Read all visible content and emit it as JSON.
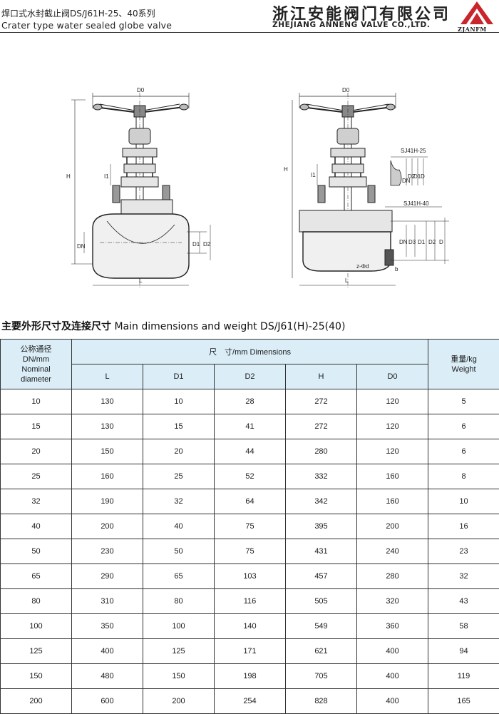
{
  "header": {
    "title_cn": "焊口式水封截止阀DS/J61H-25、40系列",
    "title_en": "Crater type water sealed globe valve",
    "company_cn": "浙江安能阀门有限公司",
    "company_en": "ZHEJIANG ANNENG VALVE CO.,LTD.",
    "logo_text": "ZJANFM"
  },
  "drawing_labels": {
    "left_d0": "D0",
    "left_h": "H",
    "left_dn": "DN",
    "left_d1": "D1",
    "left_d2": "D2",
    "left_l": "L",
    "left_i1": "I1",
    "right_d0": "D0",
    "right_h": "H",
    "right_i1": "I1",
    "right_dn": "DN",
    "right_d3": "D3",
    "right_d1": "D1",
    "right_d2": "D2",
    "right_d": "D",
    "right_l": "L",
    "right_zd": "z-Φd",
    "right_b": "b",
    "sj25": "SJ41H-25",
    "sj40": "SJ41H-40",
    "sj25_dn": "DN",
    "sj25_d2": "D2",
    "sj25_d1": "D1",
    "sj25_d": "D"
  },
  "section": {
    "title_cn": "主要外形尺寸及连接尺寸",
    "title_en": "Main dimensions and weight DS/J61(H)-25(40)"
  },
  "table": {
    "dn_header_lines": [
      "公称通径",
      "DN/mm",
      "Nominal",
      "diameter"
    ],
    "dimensions_header": "尺　寸/mm Dimensions",
    "weight_header_lines": [
      "重量/kg",
      "Weight"
    ],
    "columns": [
      "L",
      "D1",
      "D2",
      "H",
      "D0"
    ],
    "rows": [
      [
        "10",
        "130",
        "10",
        "28",
        "272",
        "120",
        "5"
      ],
      [
        "15",
        "130",
        "15",
        "41",
        "272",
        "120",
        "6"
      ],
      [
        "20",
        "150",
        "20",
        "44",
        "280",
        "120",
        "6"
      ],
      [
        "25",
        "160",
        "25",
        "52",
        "332",
        "160",
        "8"
      ],
      [
        "32",
        "190",
        "32",
        "64",
        "342",
        "160",
        "10"
      ],
      [
        "40",
        "200",
        "40",
        "75",
        "395",
        "200",
        "16"
      ],
      [
        "50",
        "230",
        "50",
        "75",
        "431",
        "240",
        "23"
      ],
      [
        "65",
        "290",
        "65",
        "103",
        "457",
        "280",
        "32"
      ],
      [
        "80",
        "310",
        "80",
        "116",
        "505",
        "320",
        "43"
      ],
      [
        "100",
        "350",
        "100",
        "140",
        "549",
        "360",
        "58"
      ],
      [
        "125",
        "400",
        "125",
        "171",
        "621",
        "400",
        "94"
      ],
      [
        "150",
        "480",
        "150",
        "198",
        "705",
        "400",
        "119"
      ],
      [
        "200",
        "600",
        "200",
        "254",
        "828",
        "400",
        "165"
      ]
    ]
  }
}
